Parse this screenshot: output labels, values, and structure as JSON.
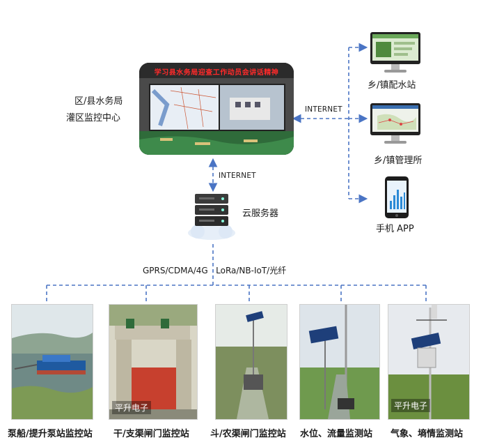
{
  "center": {
    "line1": "区/县水务局",
    "line2": "灌区监控中心",
    "led_banner": "学习县水务局迎查工作动员会讲话精神"
  },
  "links": {
    "internet_right": "INTERNET",
    "internet_down": "INTERNET",
    "network_types": "GPRS/CDMA/4G   LoRa/NB-IoT/光纤"
  },
  "cloud": {
    "label": "云服务器"
  },
  "clients": [
    {
      "label": "乡/镇配水站"
    },
    {
      "label": "乡/镇管理所"
    },
    {
      "label": "手机 APP"
    }
  ],
  "stations": [
    {
      "label": "泵船/提升泵站监控站",
      "watermark": ""
    },
    {
      "label": "干/支渠闸门监控站",
      "watermark": "平升电子"
    },
    {
      "label": "斗/农渠闸门监控站",
      "watermark": ""
    },
    {
      "label": "水位、流量监测站",
      "watermark": ""
    },
    {
      "label": "气象、墒情监测站",
      "watermark": "平升电子"
    }
  ],
  "colors": {
    "dash": "#4a74c4",
    "led": "#ff2a2a"
  }
}
